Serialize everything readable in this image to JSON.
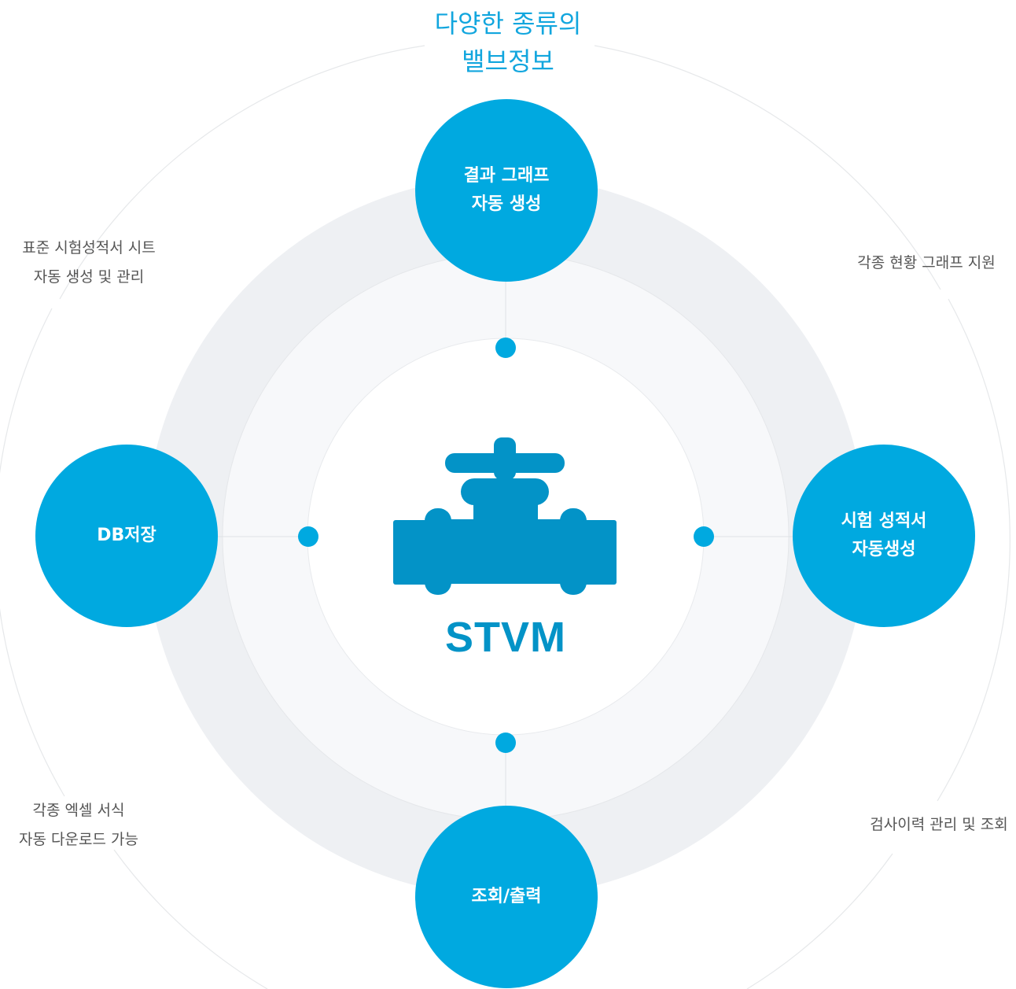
{
  "diagram": {
    "title_lines": [
      "다양한 종류의",
      "밸브정보"
    ],
    "center_label": "STVM",
    "center_icon": "valve-icon",
    "nodes": {
      "top": {
        "lines": [
          "결과 그래프",
          "자동 생성"
        ]
      },
      "left": {
        "lines": [
          "DB저장"
        ]
      },
      "right": {
        "lines": [
          "시험 성적서",
          "자동생성"
        ]
      },
      "bottom": {
        "lines": [
          "조회/출력"
        ]
      }
    },
    "features": {
      "top_left": {
        "lines": [
          "표준 시험성적서 시트",
          "자동 생성 및 관리"
        ]
      },
      "top_right": {
        "lines": [
          "각종 현황 그래프 지원"
        ]
      },
      "bottom_left": {
        "lines": [
          "각종 엑셀 서식",
          "자동 다운로드 가능"
        ]
      },
      "bottom_right": {
        "lines": [
          "검사이력 관리 및 조회"
        ]
      }
    },
    "colors": {
      "node_fill": "#00a9e0",
      "title": "#12a6de",
      "icon": "#0393c7",
      "ring_outer": "#eef0f3",
      "ring_inner": "#f7f8fa",
      "line": "#e3e5e8",
      "feature_text": "#555555"
    }
  }
}
